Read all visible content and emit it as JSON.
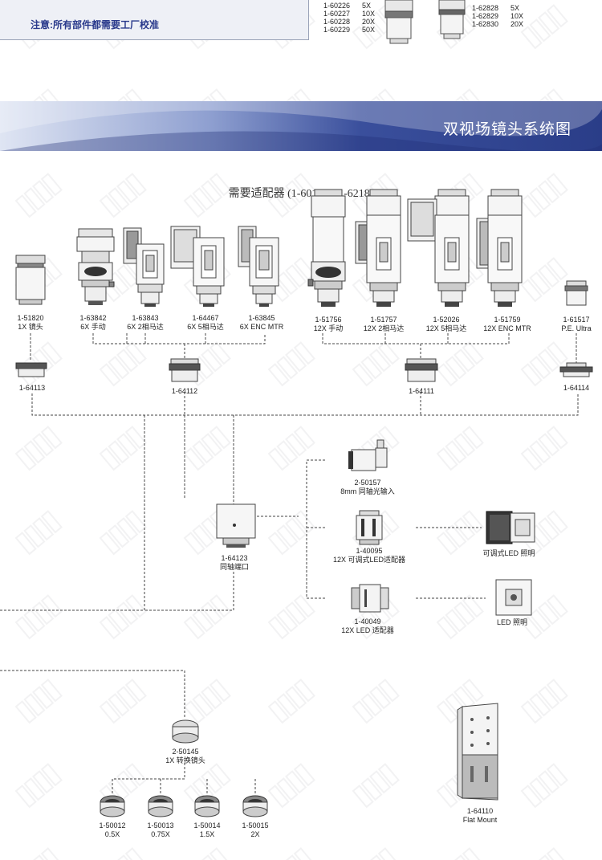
{
  "notice": "注意:所有部件都需要工厂校准",
  "top_list_left": [
    {
      "pn": "1-60226",
      "mag": "5X"
    },
    {
      "pn": "1-60227",
      "mag": "10X"
    },
    {
      "pn": "1-60228",
      "mag": "20X"
    },
    {
      "pn": "1-60229",
      "mag": "50X"
    }
  ],
  "top_list_right": [
    {
      "pn": "1-62828",
      "mag": "5X"
    },
    {
      "pn": "1-62829",
      "mag": "10X"
    },
    {
      "pn": "1-62830",
      "mag": "20X"
    }
  ],
  "banner_title": "双视场镜头系统图",
  "adapter_note": "需要适配器 (1-6015 or 1-6218)",
  "colors": {
    "banner_dark": "#2c3f8c",
    "banner_light": "#c9d3ea",
    "notice_text": "#2a3a8c"
  },
  "components": {
    "c51820": {
      "pn": "1-51820",
      "desc": "1X 镜头"
    },
    "c63842": {
      "pn": "1-63842",
      "desc": "6X 手动"
    },
    "c63843": {
      "pn": "1-63843",
      "desc": "6X 2相马达"
    },
    "c64467": {
      "pn": "1-64467",
      "desc": "6X 5相马达"
    },
    "c63845": {
      "pn": "1-63845",
      "desc": "6X ENC MTR"
    },
    "c51756": {
      "pn": "1-51756",
      "desc": "12X 手动"
    },
    "c51757": {
      "pn": "1-51757",
      "desc": "12X 2相马达"
    },
    "c52026": {
      "pn": "1-52026",
      "desc": "12X 5相马达"
    },
    "c51759": {
      "pn": "1-51759",
      "desc": "12X ENC MTR"
    },
    "c61517": {
      "pn": "1-61517",
      "desc": "P.E. Ultra"
    },
    "c64113": {
      "pn": "1-64113"
    },
    "c64112": {
      "pn": "1-64112"
    },
    "c64111": {
      "pn": "1-64111"
    },
    "c64114": {
      "pn": "1-64114"
    },
    "c50157": {
      "pn": "2-50157",
      "desc": "8mm 同轴光输入"
    },
    "c64123": {
      "pn": "1-64123",
      "desc": "同轴端口"
    },
    "c40095": {
      "pn": "1-40095",
      "desc": "12X 可调式LED适配器"
    },
    "c40049": {
      "pn": "1-40049",
      "desc": "12X LED 适配器"
    },
    "led_adj": {
      "desc": "可调式LED 照明"
    },
    "led": {
      "desc": "LED 照明"
    },
    "c50145": {
      "pn": "2-50145",
      "desc": "1X 转换镜头"
    },
    "c50012": {
      "pn": "1-50012",
      "desc": "0.5X"
    },
    "c50013": {
      "pn": "1-50013",
      "desc": "0.75X"
    },
    "c50014": {
      "pn": "1-50014",
      "desc": "1.5X"
    },
    "c50015": {
      "pn": "1-50015",
      "desc": "2X"
    },
    "c64110": {
      "pn": "1-64110",
      "desc": "Flat Mount"
    }
  }
}
